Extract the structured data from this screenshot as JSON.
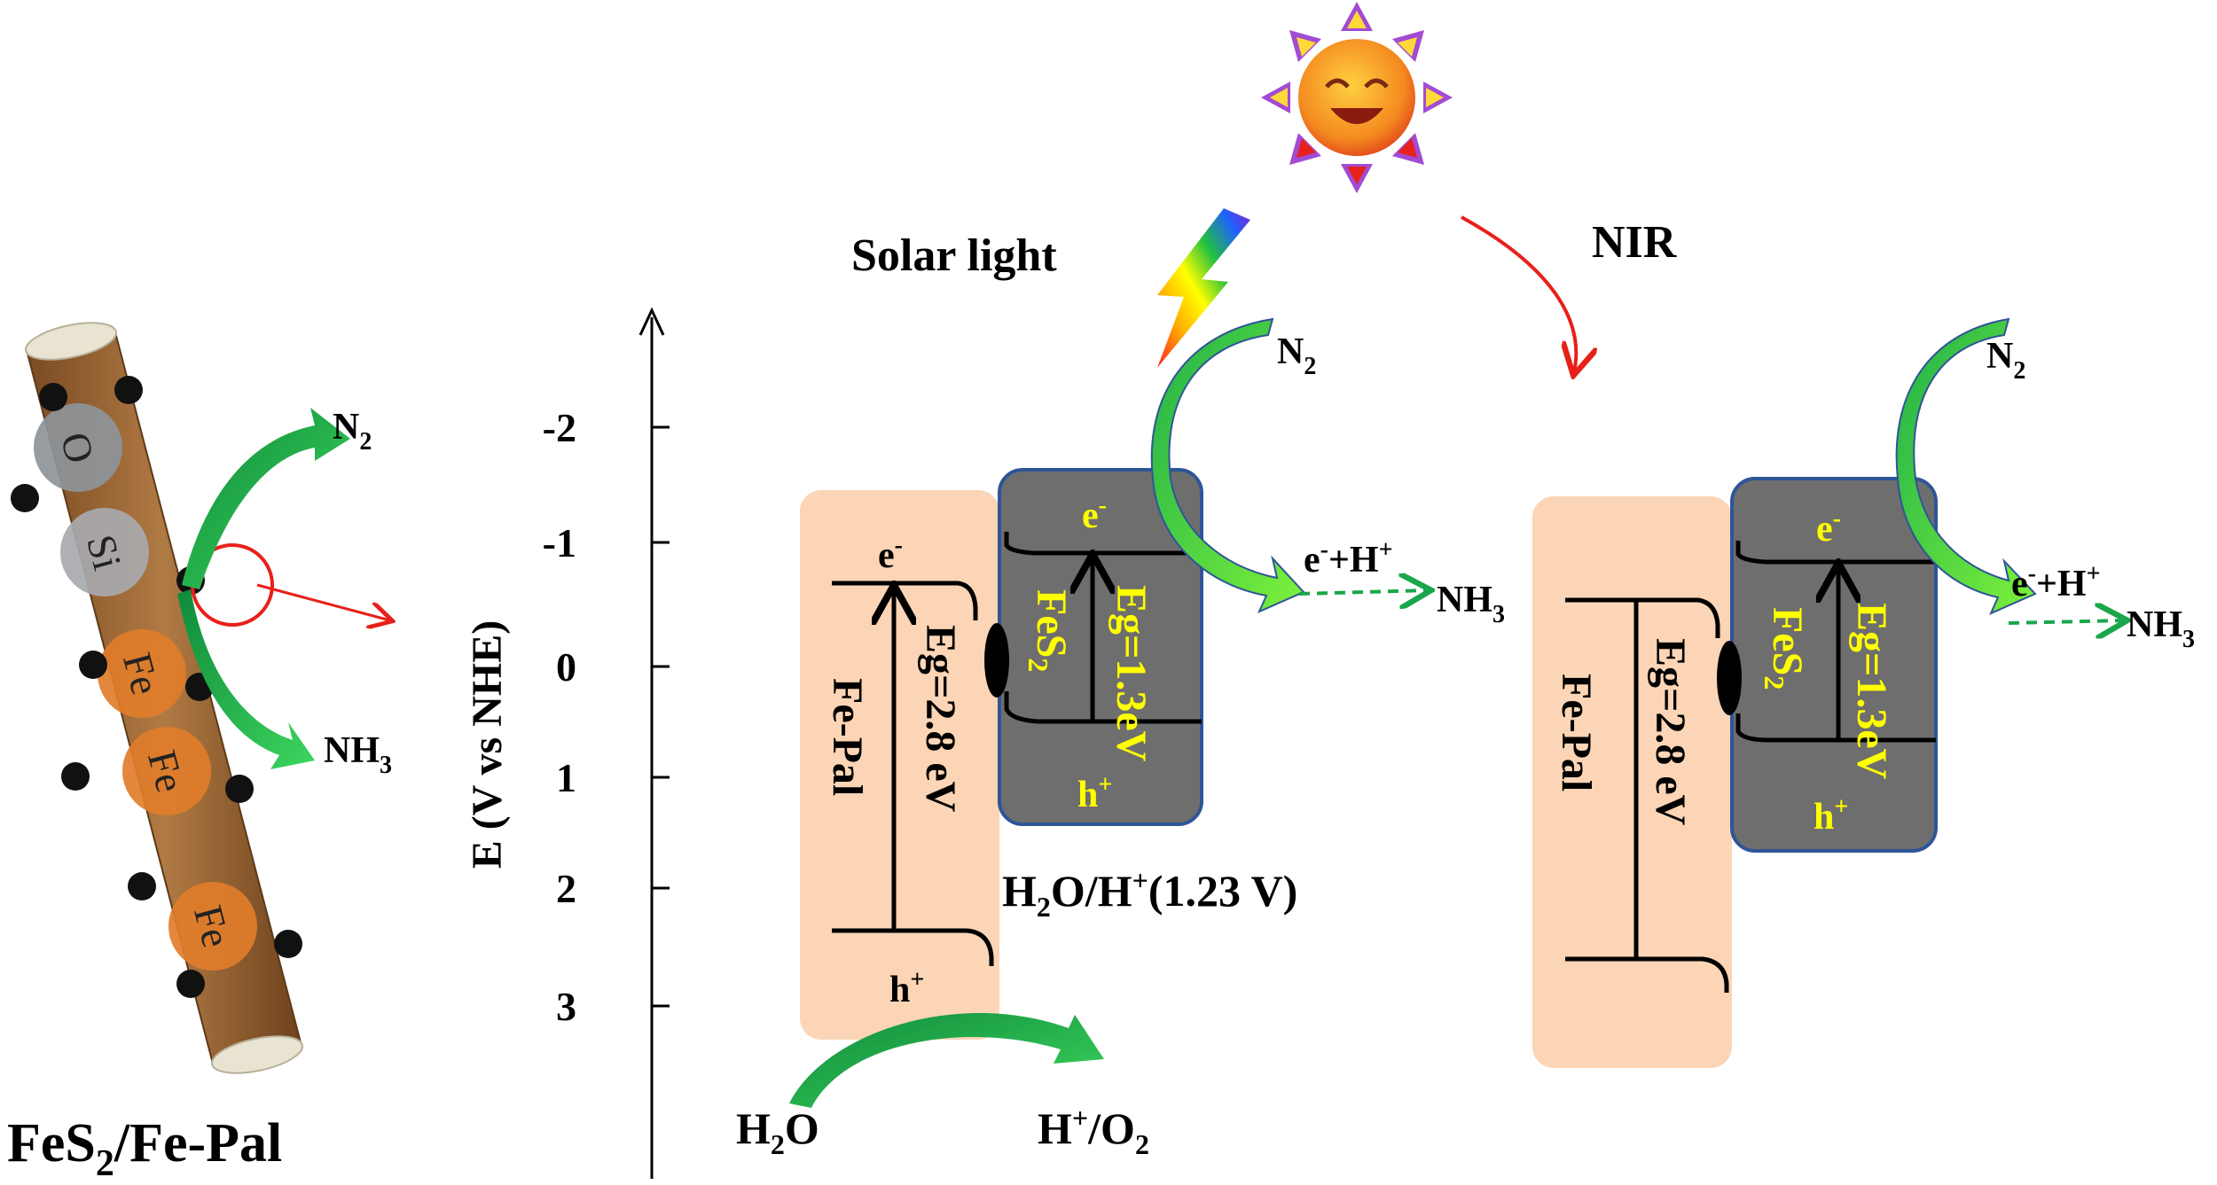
{
  "rod": {
    "atoms": [
      {
        "label": "O",
        "color": "#8e9499"
      },
      {
        "label": "Si",
        "color": "#a8a9ad"
      },
      {
        "label": "Fe",
        "color": "#e07d2a"
      },
      {
        "label": "Fe",
        "color": "#e07d2a"
      },
      {
        "label": "Fe",
        "color": "#e07d2a"
      }
    ],
    "reactant": "N",
    "reactant_sub": "2",
    "product": "NH",
    "product_sub": "3",
    "caption_a": "FeS",
    "caption_sub": "2",
    "caption_b": "/Fe-Pal"
  },
  "axis": {
    "label": "E (V vs NHE)",
    "ticks": [
      "-2",
      "-1",
      "0",
      "1",
      "2",
      "3"
    ]
  },
  "light": {
    "solar": "Solar light",
    "nir": "NIR"
  },
  "panel_solar": {
    "fepal_label": "Fe-Pal",
    "fepal_gap": "Eg=2.8 eV",
    "fes2_label": "FeS",
    "fes2_sub": "2",
    "fes2_gap": "Eg=1.3eV",
    "electron": "e",
    "electron_sup": "-",
    "hole": "h",
    "hole_sup": "+",
    "redox": "H",
    "redox_sub": "2",
    "redox_b": "O/H",
    "redox_sup": "+",
    "redox_c": "(1.23 V)",
    "water": "H",
    "water_sub": "2",
    "water_b": "O",
    "oxidized": "H",
    "oxidized_sup": "+",
    "oxidized_b": "/O",
    "oxidized_sub": "2",
    "n2": "N",
    "n2_sub": "2",
    "eh_a": "e",
    "eh_sup1": "-",
    "eh_b": "+H",
    "eh_sup2": "+",
    "nh3": "NH",
    "nh3_sub": "3"
  },
  "panel_nir": {
    "fepal_label": "Fe-Pal",
    "fepal_gap": "Eg=2.8 eV",
    "fes2_label": "FeS",
    "fes2_sub": "2",
    "fes2_gap": "Eg=1.3eV",
    "electron": "e",
    "electron_sup": "-",
    "hole": "h",
    "hole_sup": "+",
    "n2": "N",
    "n2_sub": "2",
    "eh_a": "e",
    "eh_sup1": "-",
    "eh_b": "+H",
    "eh_sup2": "+",
    "nh3": "NH",
    "nh3_sub": "3"
  },
  "colors": {
    "fepal_box": "#fbd5b5",
    "fes2_box": "#6e6e6e",
    "fes2_border": "#2f5597",
    "gap_text": "#ffff00",
    "green_arrow": "#1aa64a",
    "nir_arrow": "#e8201a",
    "rod": "#a86f3c",
    "sun": "#f5a623",
    "sun_rays": "#a24bd3"
  }
}
